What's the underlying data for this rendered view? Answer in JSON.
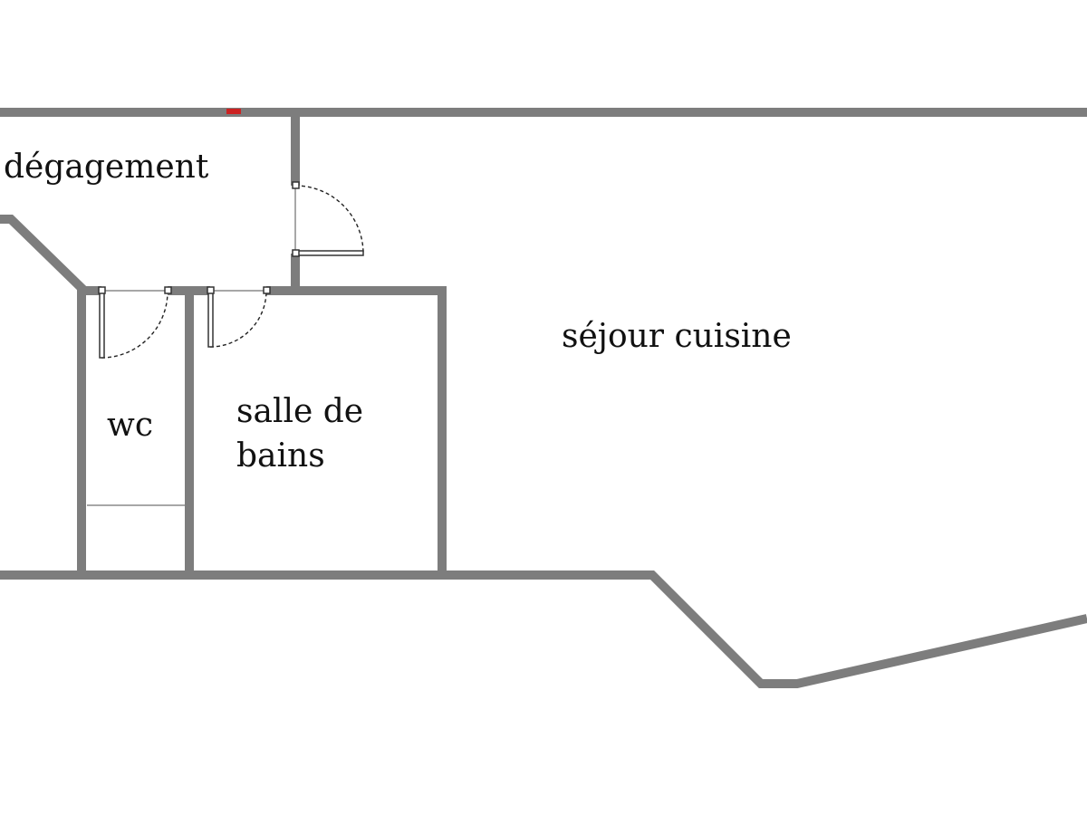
{
  "rooms": {
    "degagement": "dégagement",
    "sejour": "séjour cuisine",
    "wc": "wc",
    "salle_line1": "salle de",
    "salle_line2": "bains"
  },
  "colors": {
    "wall": "#7d7d7d",
    "marker": "#cc2222",
    "background": "#ffffff"
  }
}
